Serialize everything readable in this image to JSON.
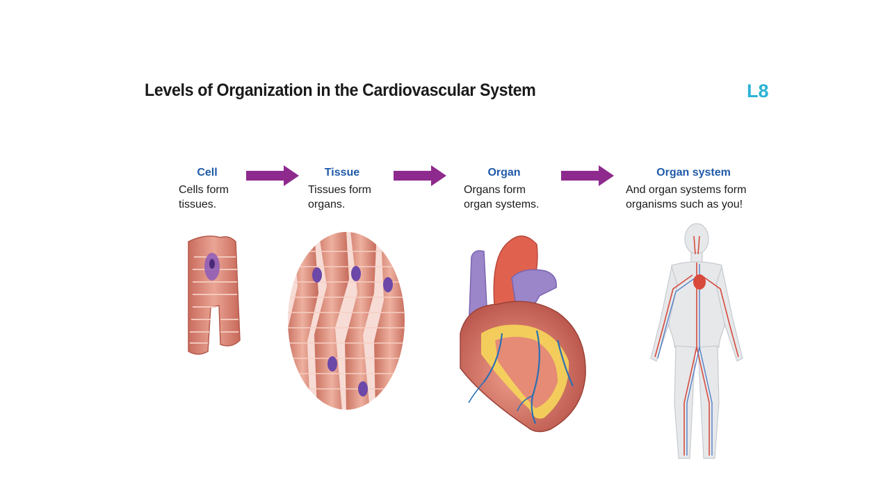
{
  "title": "Levels of Organization in the Cardiovascular System",
  "badge": "L8",
  "colors": {
    "heading_blue": "#1f5aa8",
    "badge_cyan": "#2bb3d6",
    "arrow_purple": "#8e2a8e",
    "muscle_pink": "#e09a88",
    "nucleus_purple": "#7a4fb0"
  },
  "stages": [
    {
      "heading": "Cell",
      "desc_line1": "Cells form",
      "desc_line2": "tissues."
    },
    {
      "heading": "Tissue",
      "desc_line1": "Tissues form",
      "desc_line2": "organs."
    },
    {
      "heading": "Organ",
      "desc_line1": "Organs form",
      "desc_line2": "organ systems."
    },
    {
      "heading": "Organ system",
      "desc_line1": "And organ systems form",
      "desc_line2": "organisms such as you!"
    }
  ],
  "icons": [
    "cell-illustration-icon",
    "tissue-illustration-icon",
    "heart-illustration-icon",
    "human-body-illustration-icon",
    "arrow-right-icon"
  ]
}
